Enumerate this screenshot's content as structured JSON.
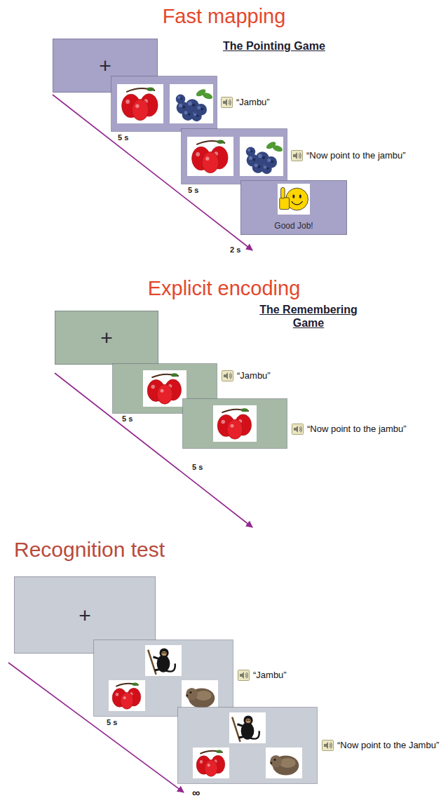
{
  "diagram": {
    "nodes": [
      {
        "text": [
          "+"
        ]
      },
      {
        "text": [
          "Good Job!"
        ]
      },
      {
        "text": [
          "+"
        ]
      },
      {
        "text": [
          "+"
        ]
      }
    ],
    "labels": [
      "Fast mapping",
      "The Pointing Game",
      "“Jambu”",
      "“Now point to the jambu”",
      "5 s",
      "5 s",
      "2 s",
      "Explicit encoding",
      "The Remembering Game",
      "“Jambu”",
      "“Now point to the jambu”",
      "5 s",
      "5 s",
      "Recognition test",
      "“Jambu”",
      "“Now point to the Jambu”",
      "5 s",
      "∞"
    ]
  }
}
